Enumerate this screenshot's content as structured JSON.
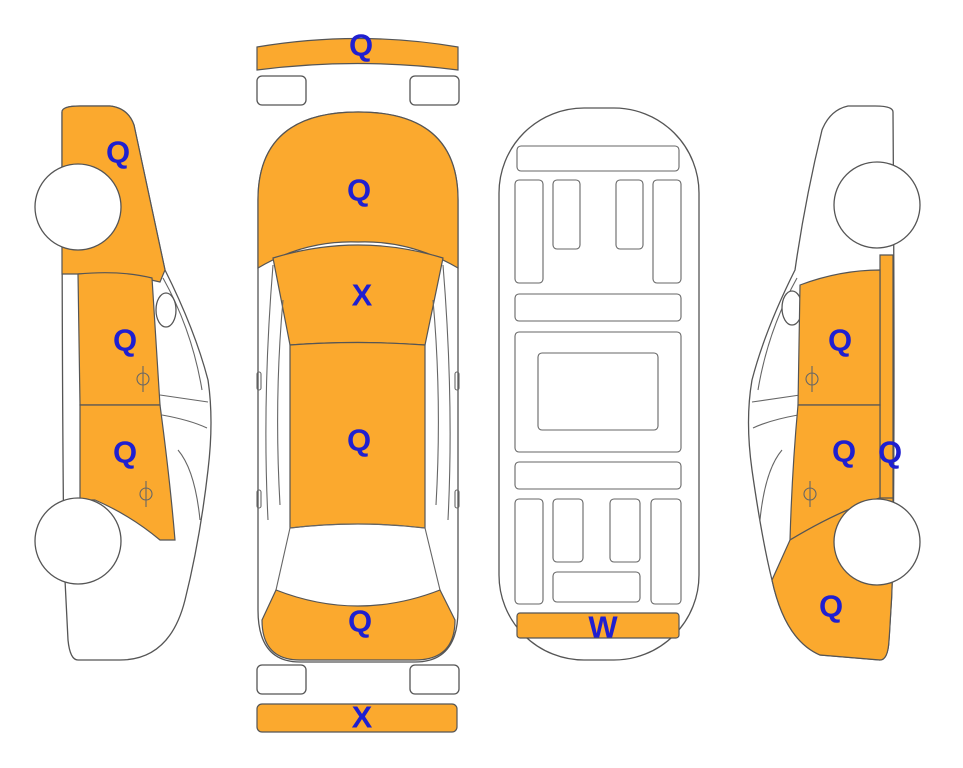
{
  "colors": {
    "painted": "#FBA92E",
    "outline": "#555555",
    "code_text": "#1F1FD0",
    "background": "#FFFFFF"
  },
  "panels": {
    "front_bumper": {
      "code": "Q",
      "painted": true
    },
    "hood": {
      "code": "Q",
      "painted": true
    },
    "windshield": {
      "code": "X",
      "painted": true
    },
    "roof": {
      "code": "Q",
      "painted": true
    },
    "trunk": {
      "code": "Q",
      "painted": true
    },
    "rear_bumper": {
      "code": "X",
      "painted": true
    },
    "left_front_fender": {
      "code": "Q",
      "painted": true
    },
    "left_front_door": {
      "code": "Q",
      "painted": true
    },
    "left_rear_door": {
      "code": "Q",
      "painted": true
    },
    "right_front_door": {
      "code": "Q",
      "painted": true
    },
    "right_rear_door": {
      "code": "Q",
      "painted": true
    },
    "right_rocker": {
      "code": "Q",
      "painted": true
    },
    "right_rear_quarter": {
      "code": "Q",
      "painted": true
    },
    "underbody_rear": {
      "code": "W",
      "painted": true
    }
  }
}
